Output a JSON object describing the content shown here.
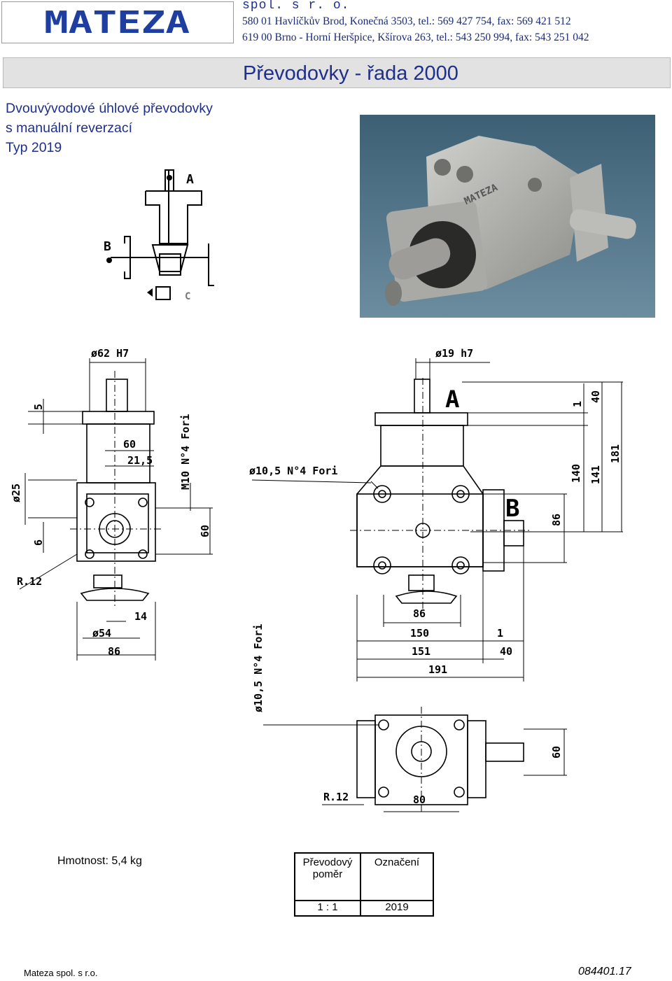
{
  "header": {
    "logo_text": "MATEZA",
    "company": "spol. s r. o.",
    "address1": "580 01 Havlíčkův Brod, Konečná 3503, tel.: 569 427 754, fax: 569 421 512",
    "address2": "619 00 Brno - Horní Heršpice, Kšírova 263, tel.: 543 250 994, fax: 543 251 042"
  },
  "title": "Převodovky - řada 2000",
  "subtitle": {
    "line1": "Dvouvývodové úhlové převodovky",
    "line2": "s manuální reverzací",
    "line3": "Typ 2019"
  },
  "schema_labels": {
    "a": "A",
    "b": "B",
    "c": "C"
  },
  "photo_text": "MATEZA",
  "drawing": {
    "d62": "ø62 H7",
    "d19": "ø19 h7",
    "d5": "5",
    "d60a": "60",
    "d215": "21,5",
    "m10": "M10 N°4 Fori",
    "d25": "ø25",
    "d6": "6",
    "d60b": "60",
    "r12a": "R.12",
    "d14": "14",
    "d54": "ø54",
    "d86a": "86",
    "fori_top": "ø10,5 N°4 Fori",
    "A": "A",
    "B": "B",
    "d1a": "1",
    "d40a": "40",
    "d140": "140",
    "d141": "141",
    "d181": "181",
    "d86v": "86",
    "d86b": "86",
    "d150": "150",
    "d1b": "1",
    "d151": "151",
    "d40b": "40",
    "d191": "191",
    "fori_side": "ø10,5 N°4 Fori",
    "r12b": "R.12",
    "d80": "80",
    "d60c": "60"
  },
  "spec": {
    "weight": "Hmotnost: 5,4 kg",
    "col1_header": "Převodový poměr",
    "col2_header": "Označení",
    "ratio": "1 : 1",
    "designation": "2019"
  },
  "footer": {
    "left": "Mateza spol. s r.o.",
    "right": "084401.17"
  },
  "colors": {
    "brand_blue": "#1e2f8c",
    "title_bg": "#e2e2e2"
  }
}
